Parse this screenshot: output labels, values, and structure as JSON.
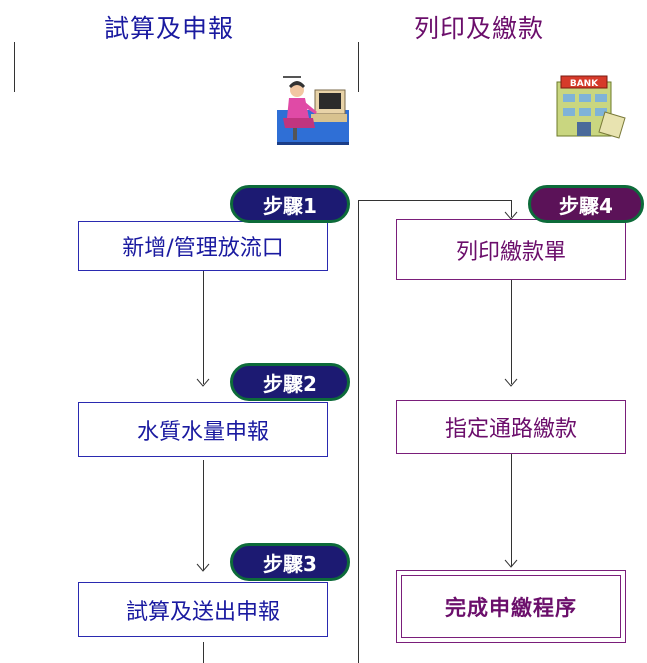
{
  "columns": {
    "left_title": "試算及申報",
    "right_title": "列印及繳款"
  },
  "steps": {
    "step1": {
      "badge": "步驟1",
      "label": "新增/管理放流口"
    },
    "step2": {
      "badge": "步驟2",
      "label": "水質水量申報"
    },
    "step3": {
      "badge": "步驟3",
      "label": "試算及送出申報"
    },
    "step4": {
      "badge": "步驟4",
      "label": "列印繳款單"
    },
    "step5": {
      "label": "指定通路繳款"
    },
    "final": {
      "label": "完成申繳程序"
    }
  },
  "illustrations": {
    "bank_sign": "BANK",
    "left_icon": "person-at-computer-icon",
    "right_icon": "bank-building-icon"
  },
  "colors": {
    "left_text": "#1a1aa0",
    "right_text": "#6b0e6b",
    "badge_left": "#1c1a72",
    "badge_right": "#5b1258",
    "badge_border": "#0d6b3a"
  }
}
